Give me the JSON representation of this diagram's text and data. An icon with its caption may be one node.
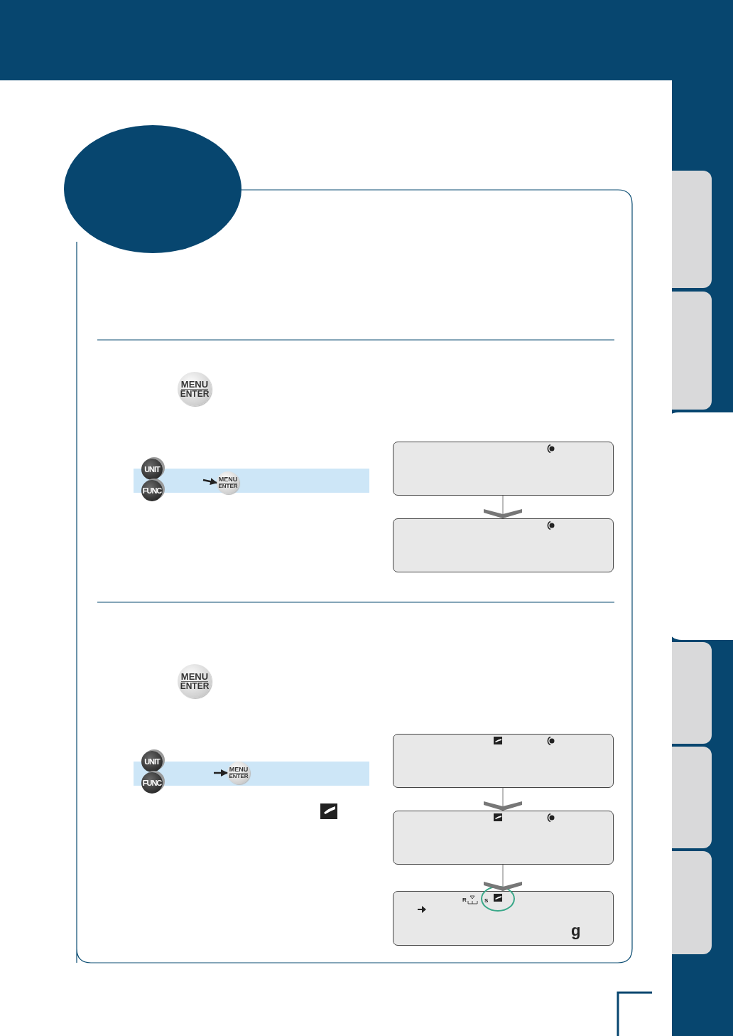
{
  "diagram": {
    "nodes": [
      {
        "text": [
          "MENU",
          "ENTER"
        ]
      },
      {
        "text": [
          "UNIT"
        ]
      },
      {
        "text": [
          "FUNC"
        ]
      },
      {
        "text": [
          "MENU",
          "ENTER"
        ]
      },
      {
        "text": [],
        "shape": "box"
      },
      {
        "text": [],
        "shape": "box"
      },
      {
        "text": [
          "MENU",
          "ENTER"
        ]
      },
      {
        "text": [
          "UNIT"
        ]
      },
      {
        "text": [
          "FUNC"
        ]
      },
      {
        "text": [
          "MENU",
          "ENTER"
        ]
      },
      {
        "text": [],
        "shape": "box"
      },
      {
        "text": [],
        "shape": "box"
      },
      {
        "text": [
          "R",
          "S",
          "g"
        ]
      },
      {
        "text": [],
        "shape": "ellipse"
      },
      {
        "text": [],
        "shape": "tab"
      },
      {
        "text": [],
        "shape": "tab"
      },
      {
        "text": [],
        "shape": "tab"
      },
      {
        "text": [],
        "shape": "tab"
      },
      {
        "text": [],
        "shape": "tab"
      },
      {
        "text": [],
        "shape": "tab"
      }
    ],
    "edges": [
      {
        "from": null,
        "to": 3,
        "arrow": "to",
        "color": "#222222"
      },
      {
        "from": 4,
        "to": 5,
        "arrow": "to"
      },
      {
        "from": null,
        "to": 9,
        "arrow": "to",
        "color": "#222222"
      },
      {
        "from": 10,
        "to": 11,
        "arrow": "to"
      },
      {
        "from": 11,
        "to": 12,
        "arrow": "to"
      }
    ]
  }
}
